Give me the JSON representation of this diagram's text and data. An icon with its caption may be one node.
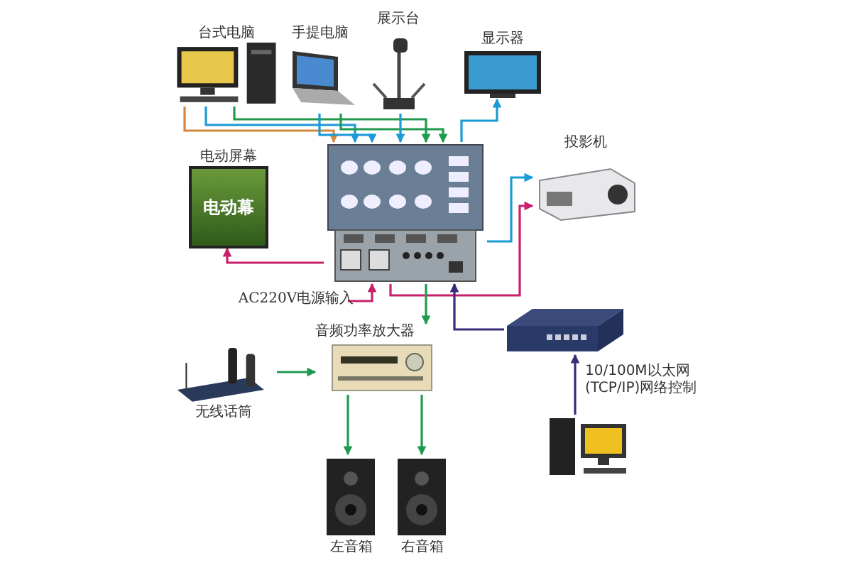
{
  "diagram": {
    "nodes": [
      {
        "text": [
          "台式电脑"
        ]
      },
      {
        "text": [
          "手提电脑"
        ]
      },
      {
        "text": [
          "展示台"
        ]
      },
      {
        "text": [
          "显示器"
        ]
      },
      {
        "text": [],
        "shape": "picture"
      },
      {
        "text": [
          "投影机"
        ]
      },
      {
        "text": [
          "电动屏幕",
          "电动幕"
        ]
      },
      {
        "text": [
          "AC220V电源输入"
        ]
      },
      {
        "text": [
          "音频功率放大器"
        ]
      },
      {
        "text": [
          "无线话筒"
        ]
      },
      {
        "text": [
          "左音箱"
        ]
      },
      {
        "text": [
          "右音箱"
        ]
      },
      {
        "text": [],
        "shape": "picture"
      },
      {
        "text": [],
        "shape": "picture"
      }
    ],
    "edges": [
      {
        "from": 0,
        "to": 4,
        "arrow": "to",
        "color": "#d4883c"
      },
      {
        "from": 0,
        "to": 4,
        "arrow": "to",
        "color": "#1a9ad6"
      },
      {
        "from": 0,
        "to": 4,
        "arrow": "to"
      },
      {
        "from": 1,
        "to": 4,
        "arrow": "to",
        "color": "#1a9ad6"
      },
      {
        "from": 1,
        "to": 4,
        "arrow": "to"
      },
      {
        "from": 2,
        "to": 4,
        "arrow": "to",
        "color": "#1a9ad6"
      },
      {
        "from": 4,
        "to": 3,
        "arrow": "to",
        "color": "#1a9ad6"
      },
      {
        "from": 4,
        "to": 5,
        "arrow": "to",
        "color": "#1a9ad6"
      },
      {
        "from": 4,
        "to": 5,
        "arrow": "to",
        "color": "#c8206a"
      },
      {
        "from": 4,
        "to": 6,
        "arrow": "to",
        "color": "#c8206a"
      },
      {
        "from": 7,
        "to": 4,
        "arrow": "to",
        "color": "#c8206a"
      },
      {
        "from": 4,
        "to": 8,
        "arrow": "to"
      },
      {
        "from": 12,
        "to": 4,
        "arrow": "to",
        "color": "#3a2a7a"
      },
      {
        "from": 9,
        "to": 8,
        "arrow": "to"
      },
      {
        "from": 8,
        "to": 10,
        "arrow": "to"
      },
      {
        "from": 8,
        "to": 11,
        "arrow": "to"
      },
      {
        "from": 13,
        "to": 12,
        "arrow": "to",
        "label": "10/100M以太网(TCP/IP)网络控制",
        "color": "#3a2a7a"
      }
    ]
  }
}
